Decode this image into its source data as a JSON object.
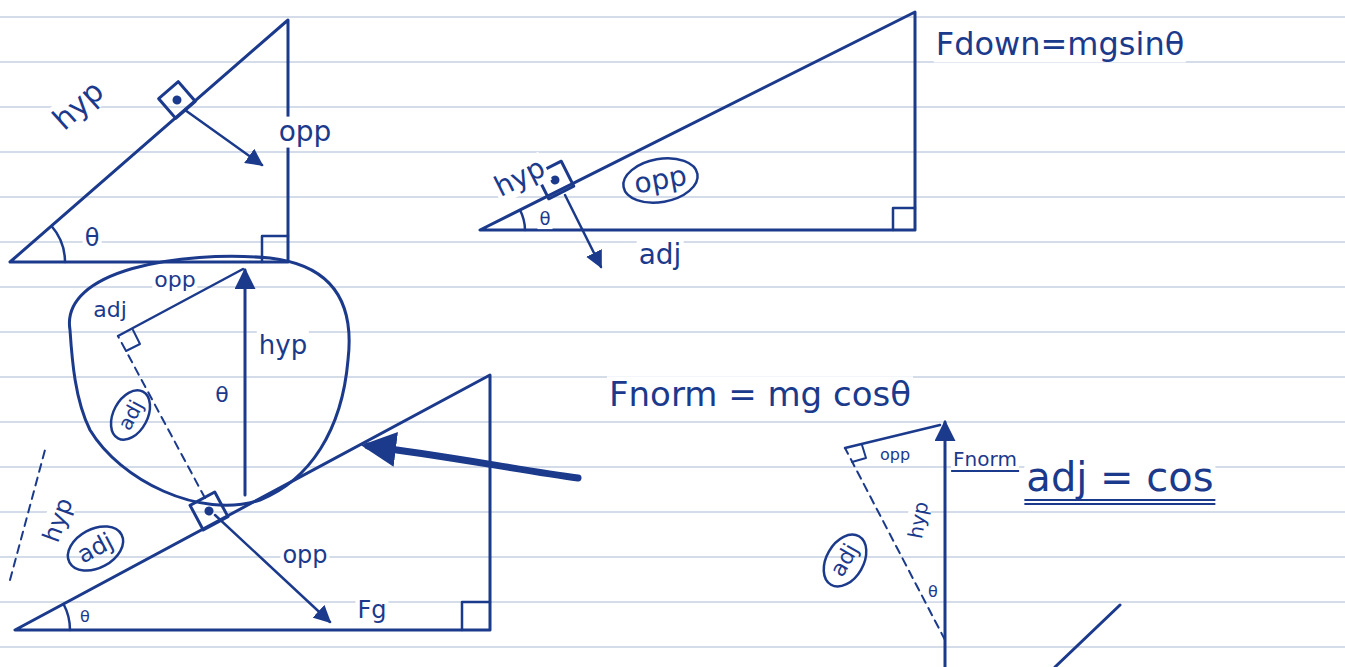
{
  "diagram": {
    "nodes": [
      {
        "text": [
          "opp"
        ]
      },
      {
        "text": [
          "adj",
          "opp",
          "hyp",
          "θ"
        ]
      },
      {
        "text": [
          "adj"
        ],
        "in": 1
      },
      {
        "text": [
          "adj"
        ]
      },
      {
        "text": [
          "adj"
        ]
      }
    ],
    "edges": [],
    "labels": [
      "hyp",
      "opp",
      "θ",
      "Fdown=mgsinθ",
      "hyp",
      "adj",
      "θ",
      "hyp",
      "θ",
      "opp",
      "Fg",
      "Fnorm = mg cosθ",
      "opp",
      "Fnorm",
      "hyp",
      "θ",
      "adj = cos"
    ]
  }
}
